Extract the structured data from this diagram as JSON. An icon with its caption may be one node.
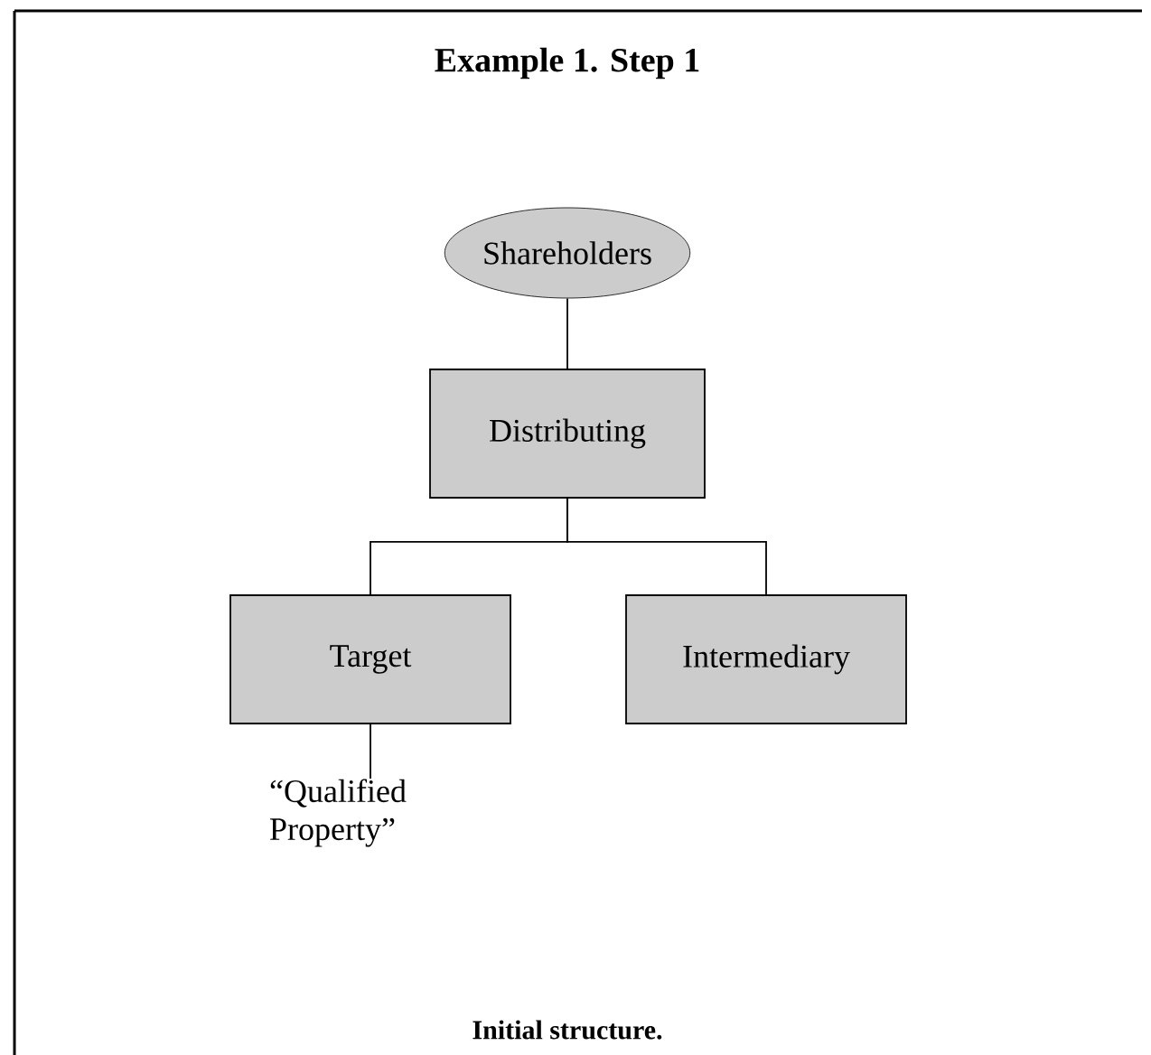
{
  "diagram": {
    "title": "Example 1. Step 1",
    "caption": "Initial structure.",
    "nodes": [
      {
        "text": [
          "Shareholders"
        ]
      },
      {
        "text": [
          "Distributing"
        ]
      },
      {
        "text": [
          "Target"
        ]
      },
      {
        "text": [
          "Intermediary"
        ]
      },
      {
        "text": [
          "“Qualified Property”"
        ]
      }
    ],
    "edges": [
      {
        "from": 0,
        "to": 1,
        "arrow": "none"
      },
      {
        "from": 1,
        "to": 2,
        "arrow": "none"
      },
      {
        "from": 1,
        "to": 3,
        "arrow": "none"
      },
      {
        "from": 2,
        "to": 4,
        "arrow": "none"
      }
    ]
  }
}
